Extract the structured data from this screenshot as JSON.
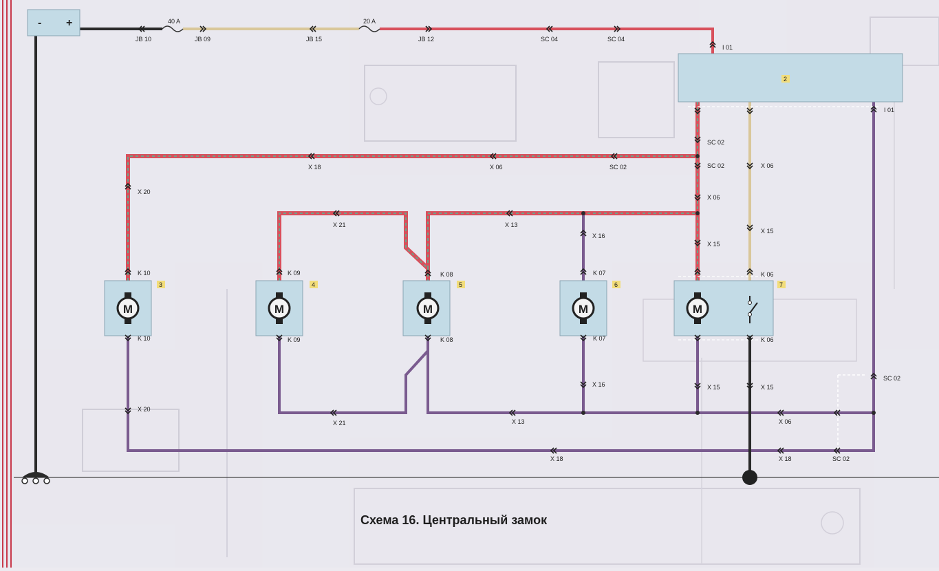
{
  "caption": "Схема 16. Центральный замок",
  "battery": {
    "minus": "-",
    "plus": "+"
  },
  "fuses": {
    "f40": "40 A",
    "f20": "20 A"
  },
  "components": {
    "c2": "2",
    "c3": "3",
    "c4": "4",
    "c5": "5",
    "c6": "6",
    "c7": "7",
    "motor_symbol": "M"
  },
  "connectors": {
    "jb10": "JB 10",
    "jb09": "JB 09",
    "jb15": "JB 15",
    "jb12": "JB 12",
    "sc04": "SC 04",
    "i01": "I 01",
    "sc02": "SC 02",
    "x18": "X 18",
    "x06": "X 06",
    "x20": "X 20",
    "x21": "X 21",
    "x13": "X 13",
    "x16": "X 16",
    "x15": "X 15",
    "k10": "K 10",
    "k09": "K 09",
    "k08": "K 08",
    "k07": "K 07",
    "k06": "K 06"
  },
  "colors": {
    "wire_black": "#2a2a2a",
    "wire_red": "#d8505c",
    "wire_red_green_stripe": "#6fa08a",
    "wire_yellow": "#d9c79a",
    "wire_violet": "#7a5b8f",
    "component_fill": "#c3dbe6",
    "left_border": "#c8394b"
  }
}
